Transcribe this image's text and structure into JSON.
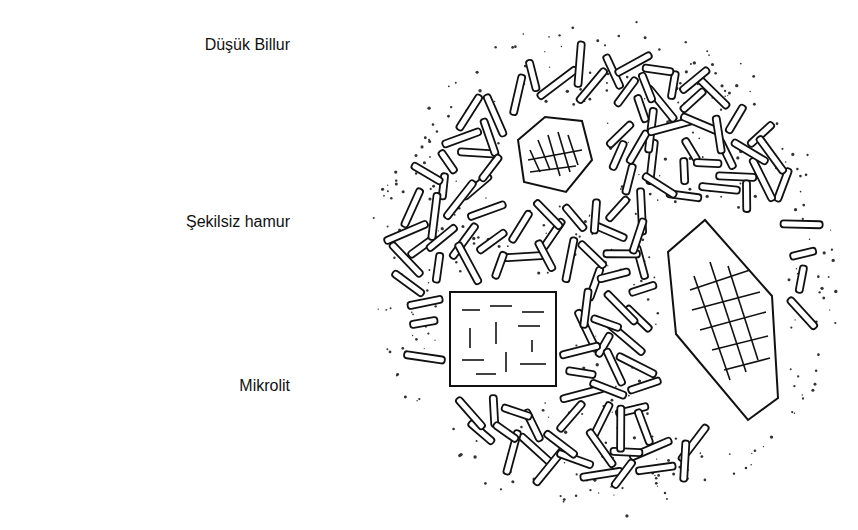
{
  "diagram": {
    "labels": [
      "Düşük Billur",
      "Şekilsiz hamur",
      "Mikrolit"
    ]
  }
}
